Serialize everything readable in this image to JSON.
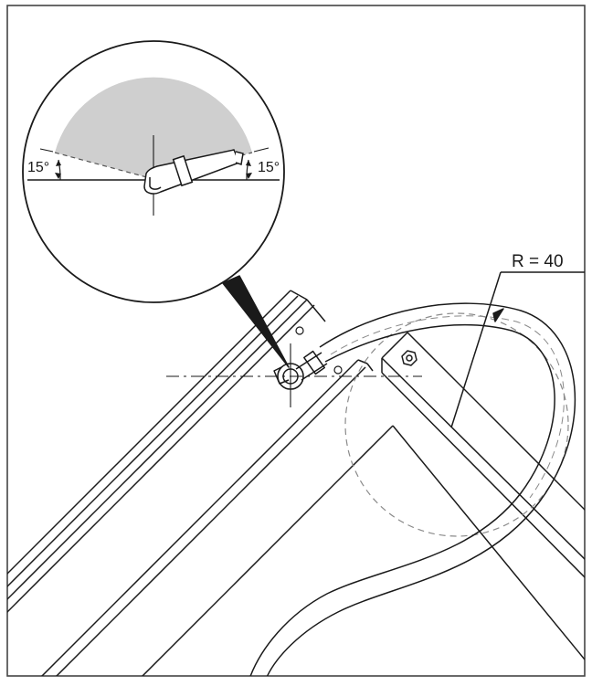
{
  "labels": {
    "radius": "R = 40",
    "angle_left": "15°",
    "angle_right": "15°"
  },
  "colors": {
    "line": "#1a1a1a",
    "shade": "#cfcfcf",
    "dashed": "#8a8a8a",
    "frame": "#444444",
    "background": "#ffffff"
  }
}
